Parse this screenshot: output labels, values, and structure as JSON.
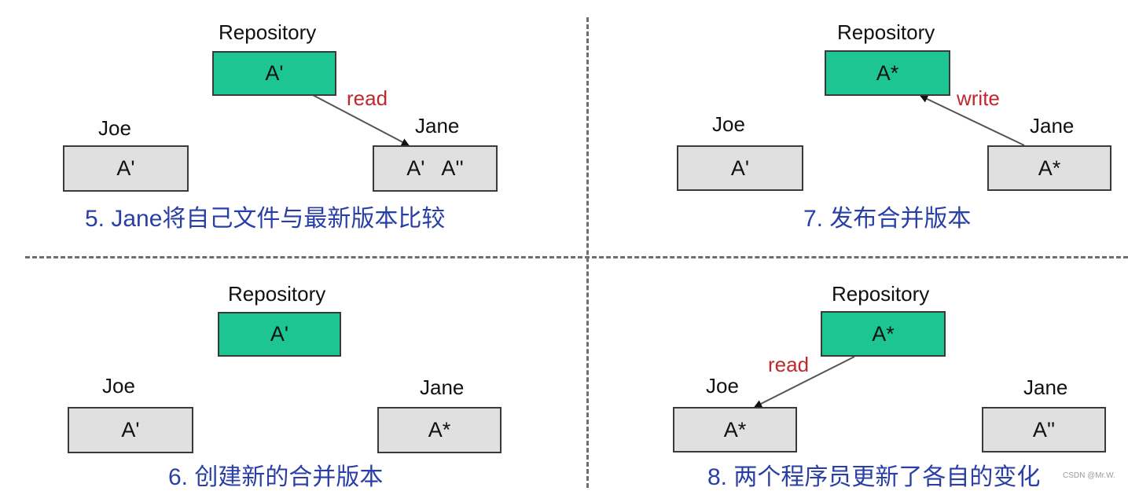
{
  "colors": {
    "repo_fill": "#1dc592",
    "work_fill": "#e0e0e0",
    "operation_text": "#c0282e",
    "caption_text": "#2a3fa5",
    "divider": "#6e6e6e"
  },
  "panels": [
    {
      "repository": {
        "label": "Repository",
        "value": "A'"
      },
      "joe": {
        "label": "Joe",
        "value": "A'"
      },
      "jane": {
        "label": "Jane",
        "value": "A'   A''"
      },
      "operation": {
        "label": "read"
      },
      "caption": "5. Jane将自己文件与最新版本比较"
    },
    {
      "repository": {
        "label": "Repository",
        "value": "A*"
      },
      "joe": {
        "label": "Joe",
        "value": "A'"
      },
      "jane": {
        "label": "Jane",
        "value": "A*"
      },
      "operation": {
        "label": "write"
      },
      "caption": "7. 发布合并版本"
    },
    {
      "repository": {
        "label": "Repository",
        "value": "A'"
      },
      "joe": {
        "label": "Joe",
        "value": "A'"
      },
      "jane": {
        "label": "Jane",
        "value": "A*"
      },
      "caption": "6. 创建新的合并版本"
    },
    {
      "repository": {
        "label": "Repository",
        "value": "A*"
      },
      "joe": {
        "label": "Joe",
        "value": "A*"
      },
      "jane": {
        "label": "Jane",
        "value": "A''"
      },
      "operation": {
        "label": "read"
      },
      "caption": "8. 两个程序员更新了各自的变化"
    }
  ],
  "watermark": "CSDN @Mr.W."
}
